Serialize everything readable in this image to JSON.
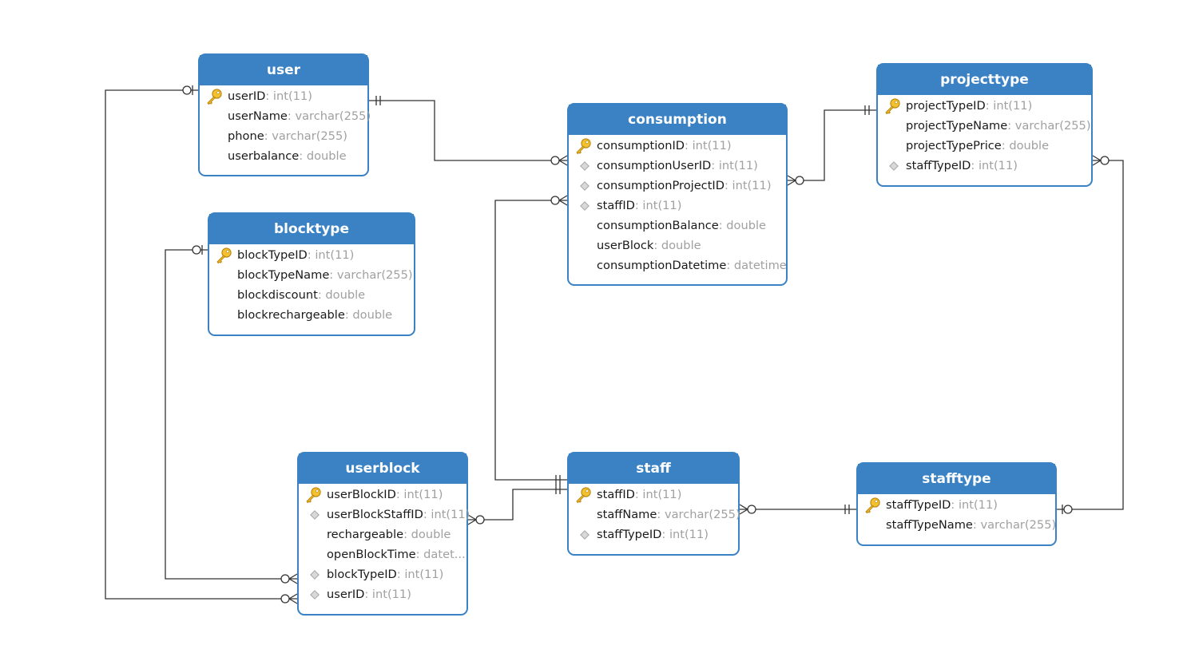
{
  "colors": {
    "header": "#3a82c4",
    "border": "#3a82c4",
    "header_text": "#ffffff",
    "field_name": "#1a1a1a",
    "field_type": "#a0a0a0",
    "connector": "#333333",
    "key_icon": "#f3c12f"
  },
  "entities": [
    {
      "id": "user",
      "name": "user",
      "fields": [
        {
          "name": "userID",
          "type": ": int(11)",
          "icon": "primary-key"
        },
        {
          "name": "userName",
          "type": ": varchar(255)",
          "icon": "none"
        },
        {
          "name": "phone",
          "type": ": varchar(255)",
          "icon": "none"
        },
        {
          "name": "userbalance",
          "type": ": double",
          "icon": "none"
        }
      ]
    },
    {
      "id": "blocktype",
      "name": "blocktype",
      "fields": [
        {
          "name": "blockTypeID",
          "type": ": int(11)",
          "icon": "primary-key"
        },
        {
          "name": "blockTypeName",
          "type": ": varchar(255)",
          "icon": "none"
        },
        {
          "name": "blockdiscount",
          "type": ": double",
          "icon": "none"
        },
        {
          "name": "blockrechargeable",
          "type": ": double",
          "icon": "none"
        }
      ]
    },
    {
      "id": "consumption",
      "name": "consumption",
      "fields": [
        {
          "name": "consumptionID",
          "type": ": int(11)",
          "icon": "primary-key"
        },
        {
          "name": "consumptionUserID",
          "type": ": int(11)",
          "icon": "foreign-key"
        },
        {
          "name": "consumptionProjectID",
          "type": ": int(11)",
          "icon": "foreign-key"
        },
        {
          "name": "staffID",
          "type": ": int(11)",
          "icon": "foreign-key"
        },
        {
          "name": "consumptionBalance",
          "type": ": double",
          "icon": "none"
        },
        {
          "name": "userBlock",
          "type": ": double",
          "icon": "none"
        },
        {
          "name": "consumptionDatetime",
          "type": ": datetime",
          "icon": "none"
        }
      ]
    },
    {
      "id": "projecttype",
      "name": "projecttype",
      "fields": [
        {
          "name": "projectTypeID",
          "type": ": int(11)",
          "icon": "primary-key"
        },
        {
          "name": "projectTypeName",
          "type": ": varchar(255)",
          "icon": "none"
        },
        {
          "name": "projectTypePrice",
          "type": ": double",
          "icon": "none"
        },
        {
          "name": "staffTypeID",
          "type": ": int(11)",
          "icon": "foreign-key"
        }
      ]
    },
    {
      "id": "userblock",
      "name": "userblock",
      "fields": [
        {
          "name": "userBlockID",
          "type": ": int(11)",
          "icon": "primary-key"
        },
        {
          "name": "userBlockStaffID",
          "type": ": int(11)",
          "icon": "foreign-key"
        },
        {
          "name": "rechargeable",
          "type": ": double",
          "icon": "none"
        },
        {
          "name": "openBlockTime",
          "type": ": datet...",
          "icon": "none"
        },
        {
          "name": "blockTypeID",
          "type": ": int(11)",
          "icon": "foreign-key"
        },
        {
          "name": "userID",
          "type": ": int(11)",
          "icon": "foreign-key"
        }
      ]
    },
    {
      "id": "staff",
      "name": "staff",
      "fields": [
        {
          "name": "staffID",
          "type": ": int(11)",
          "icon": "primary-key"
        },
        {
          "name": "staffName",
          "type": ": varchar(255)",
          "icon": "none"
        },
        {
          "name": "staffTypeID",
          "type": ": int(11)",
          "icon": "foreign-key"
        }
      ]
    },
    {
      "id": "stafftype",
      "name": "stafftype",
      "fields": [
        {
          "name": "staffTypeID",
          "type": ": int(11)",
          "icon": "primary-key"
        },
        {
          "name": "staffTypeName",
          "type": ": varchar(255)",
          "icon": "none"
        }
      ]
    }
  ],
  "relationships": [
    {
      "name": "user-to-consumption",
      "from": "user",
      "from_card": "one-and-only-one",
      "to": "consumption",
      "to_card": "zero-or-many"
    },
    {
      "name": "consumption-to-projecttype",
      "from": "consumption",
      "from_card": "zero-or-many",
      "to": "projecttype",
      "to_card": "one-and-only-one"
    },
    {
      "name": "staff-to-consumption",
      "from": "staff",
      "from_card": "one-and-only-one",
      "to": "consumption",
      "to_card": "zero-or-many"
    },
    {
      "name": "staff-to-userblock",
      "from": "staff",
      "from_card": "one-and-only-one",
      "to": "userblock",
      "to_card": "zero-or-many"
    },
    {
      "name": "stafftype-to-staff",
      "from": "stafftype",
      "from_card": "one-and-only-one",
      "to": "staff",
      "to_card": "zero-or-many"
    },
    {
      "name": "stafftype-to-projecttype",
      "from": "stafftype",
      "from_card": "zero-or-one",
      "to": "projecttype",
      "to_card": "zero-or-many"
    },
    {
      "name": "user-to-userblock",
      "from": "user",
      "from_card": "zero-or-one",
      "to": "userblock",
      "to_card": "zero-or-many"
    },
    {
      "name": "blocktype-to-userblock",
      "from": "blocktype",
      "from_card": "zero-or-one",
      "to": "userblock",
      "to_card": "zero-or-many"
    }
  ]
}
